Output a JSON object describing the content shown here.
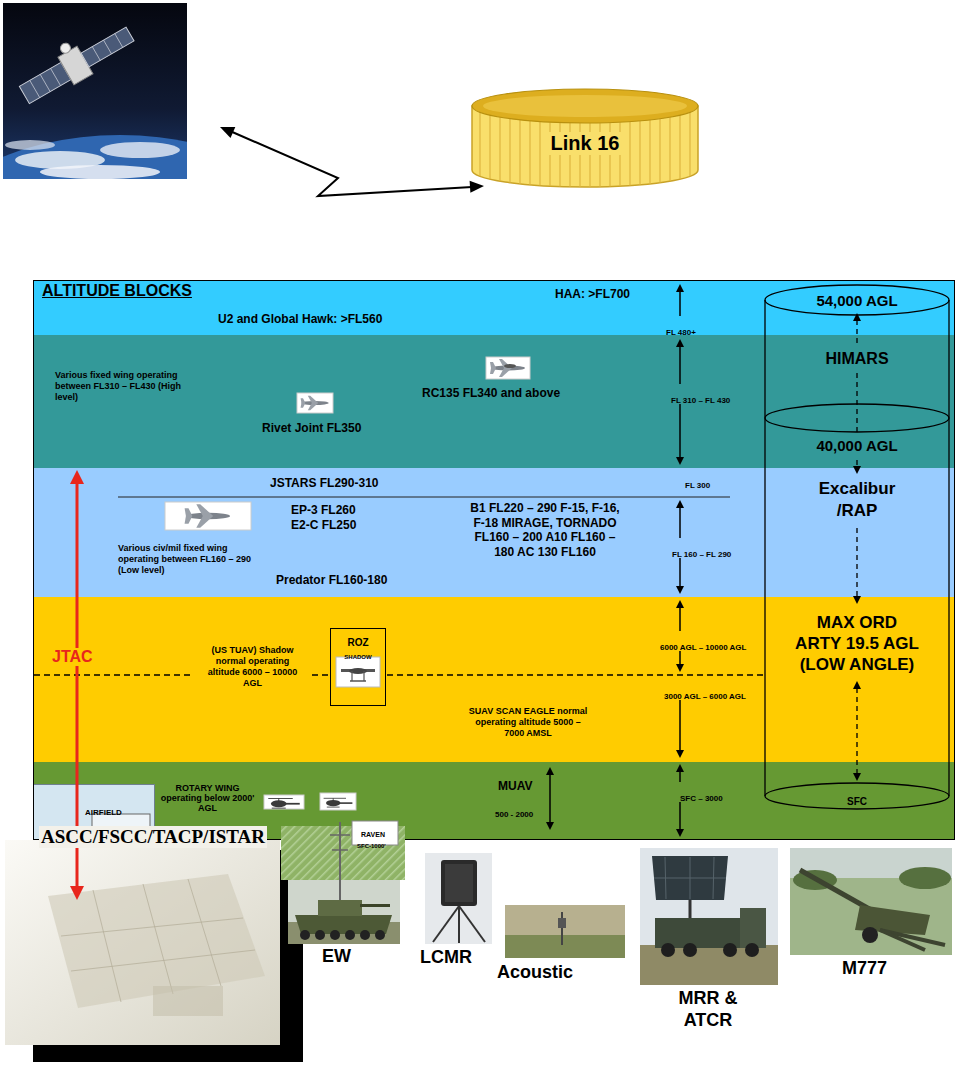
{
  "diagram": {
    "nodes": [
      {
        "text": [
          "Link 16"
        ]
      },
      {
        "text": [
          "ALTITUDE BLOCKS",
          "HAA: >FL700",
          "U2 and Global Hawk: >FL560",
          "FL 480+"
        ]
      },
      {
        "text": [
          "Various fixed wing operating between FL310 – FL430 (High level)",
          "Rivet Joint FL350",
          "RC135 FL340 and above",
          "FL 310 – FL 430"
        ]
      },
      {
        "text": [
          "JSTARS FL290-310",
          "FL 300",
          "EP-3 FL260 E2-C FL250",
          "B1 FL220 – 290 F-15, F-16, F-18 MIRAGE, TORNADO FL160 – 200 A10 FL160 – 180 AC 130 FL160",
          "FL 160 – FL 290",
          "Various civ/mil fixed wing operating between FL160 – 290 (Low level)",
          "Predator FL160-180"
        ]
      },
      {
        "text": [
          "(US TUAV) Shadow normal operating altitude 6000 – 10000 AGL",
          "6000 AGL – 10000 AGL",
          "SUAV SCAN EAGLE normal operating altitude 5000 – 7000 AMSL",
          "3000 AGL – 6000 AGL"
        ]
      },
      {
        "text": [
          "ROZ",
          "SHADOW"
        ],
        "in": 4
      },
      {
        "text": [
          "ROTARY WING operating below 2000' AGL",
          "MUAV",
          "500 - 2000",
          "SFC – 3000"
        ]
      },
      {
        "text": [
          "AIRFIELD"
        ],
        "in": 6
      },
      {
        "text": [
          "54,000 AGL",
          "HIMARS",
          "40,000 AGL",
          "Excalibur /RAP",
          "MAX ORD ARTY 19.5 AGL (LOW ANGLE)",
          "SFC"
        ]
      },
      {
        "text": [
          "ASCC/FSCC/TACP/ISTAR"
        ]
      }
    ],
    "labels": [
      "JTAC",
      "RAVEN",
      "SFC-1000'",
      "EW",
      "LCMR",
      "Acoustic",
      "MRR & ATCR",
      "M777"
    ]
  }
}
